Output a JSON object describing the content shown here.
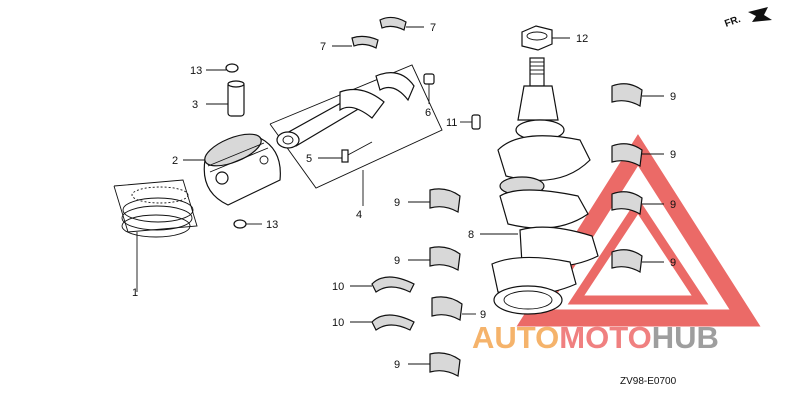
{
  "diagram": {
    "code": "ZV98-E0700",
    "direction": "FR.",
    "callouts": [
      "1",
      "2",
      "3",
      "4",
      "5",
      "6",
      "7",
      "7",
      "8",
      "9",
      "9",
      "9",
      "9",
      "9",
      "9",
      "9",
      "9",
      "10",
      "10",
      "11",
      "12",
      "13",
      "13"
    ]
  },
  "watermark": {
    "text_a": "AUTO",
    "text_b": "MOTO",
    "text_c": "HUB",
    "color_a": "#f5b36b",
    "color_b": "#f08080",
    "color_c": "#9e9e9e",
    "triangle_color": "#e53935"
  }
}
